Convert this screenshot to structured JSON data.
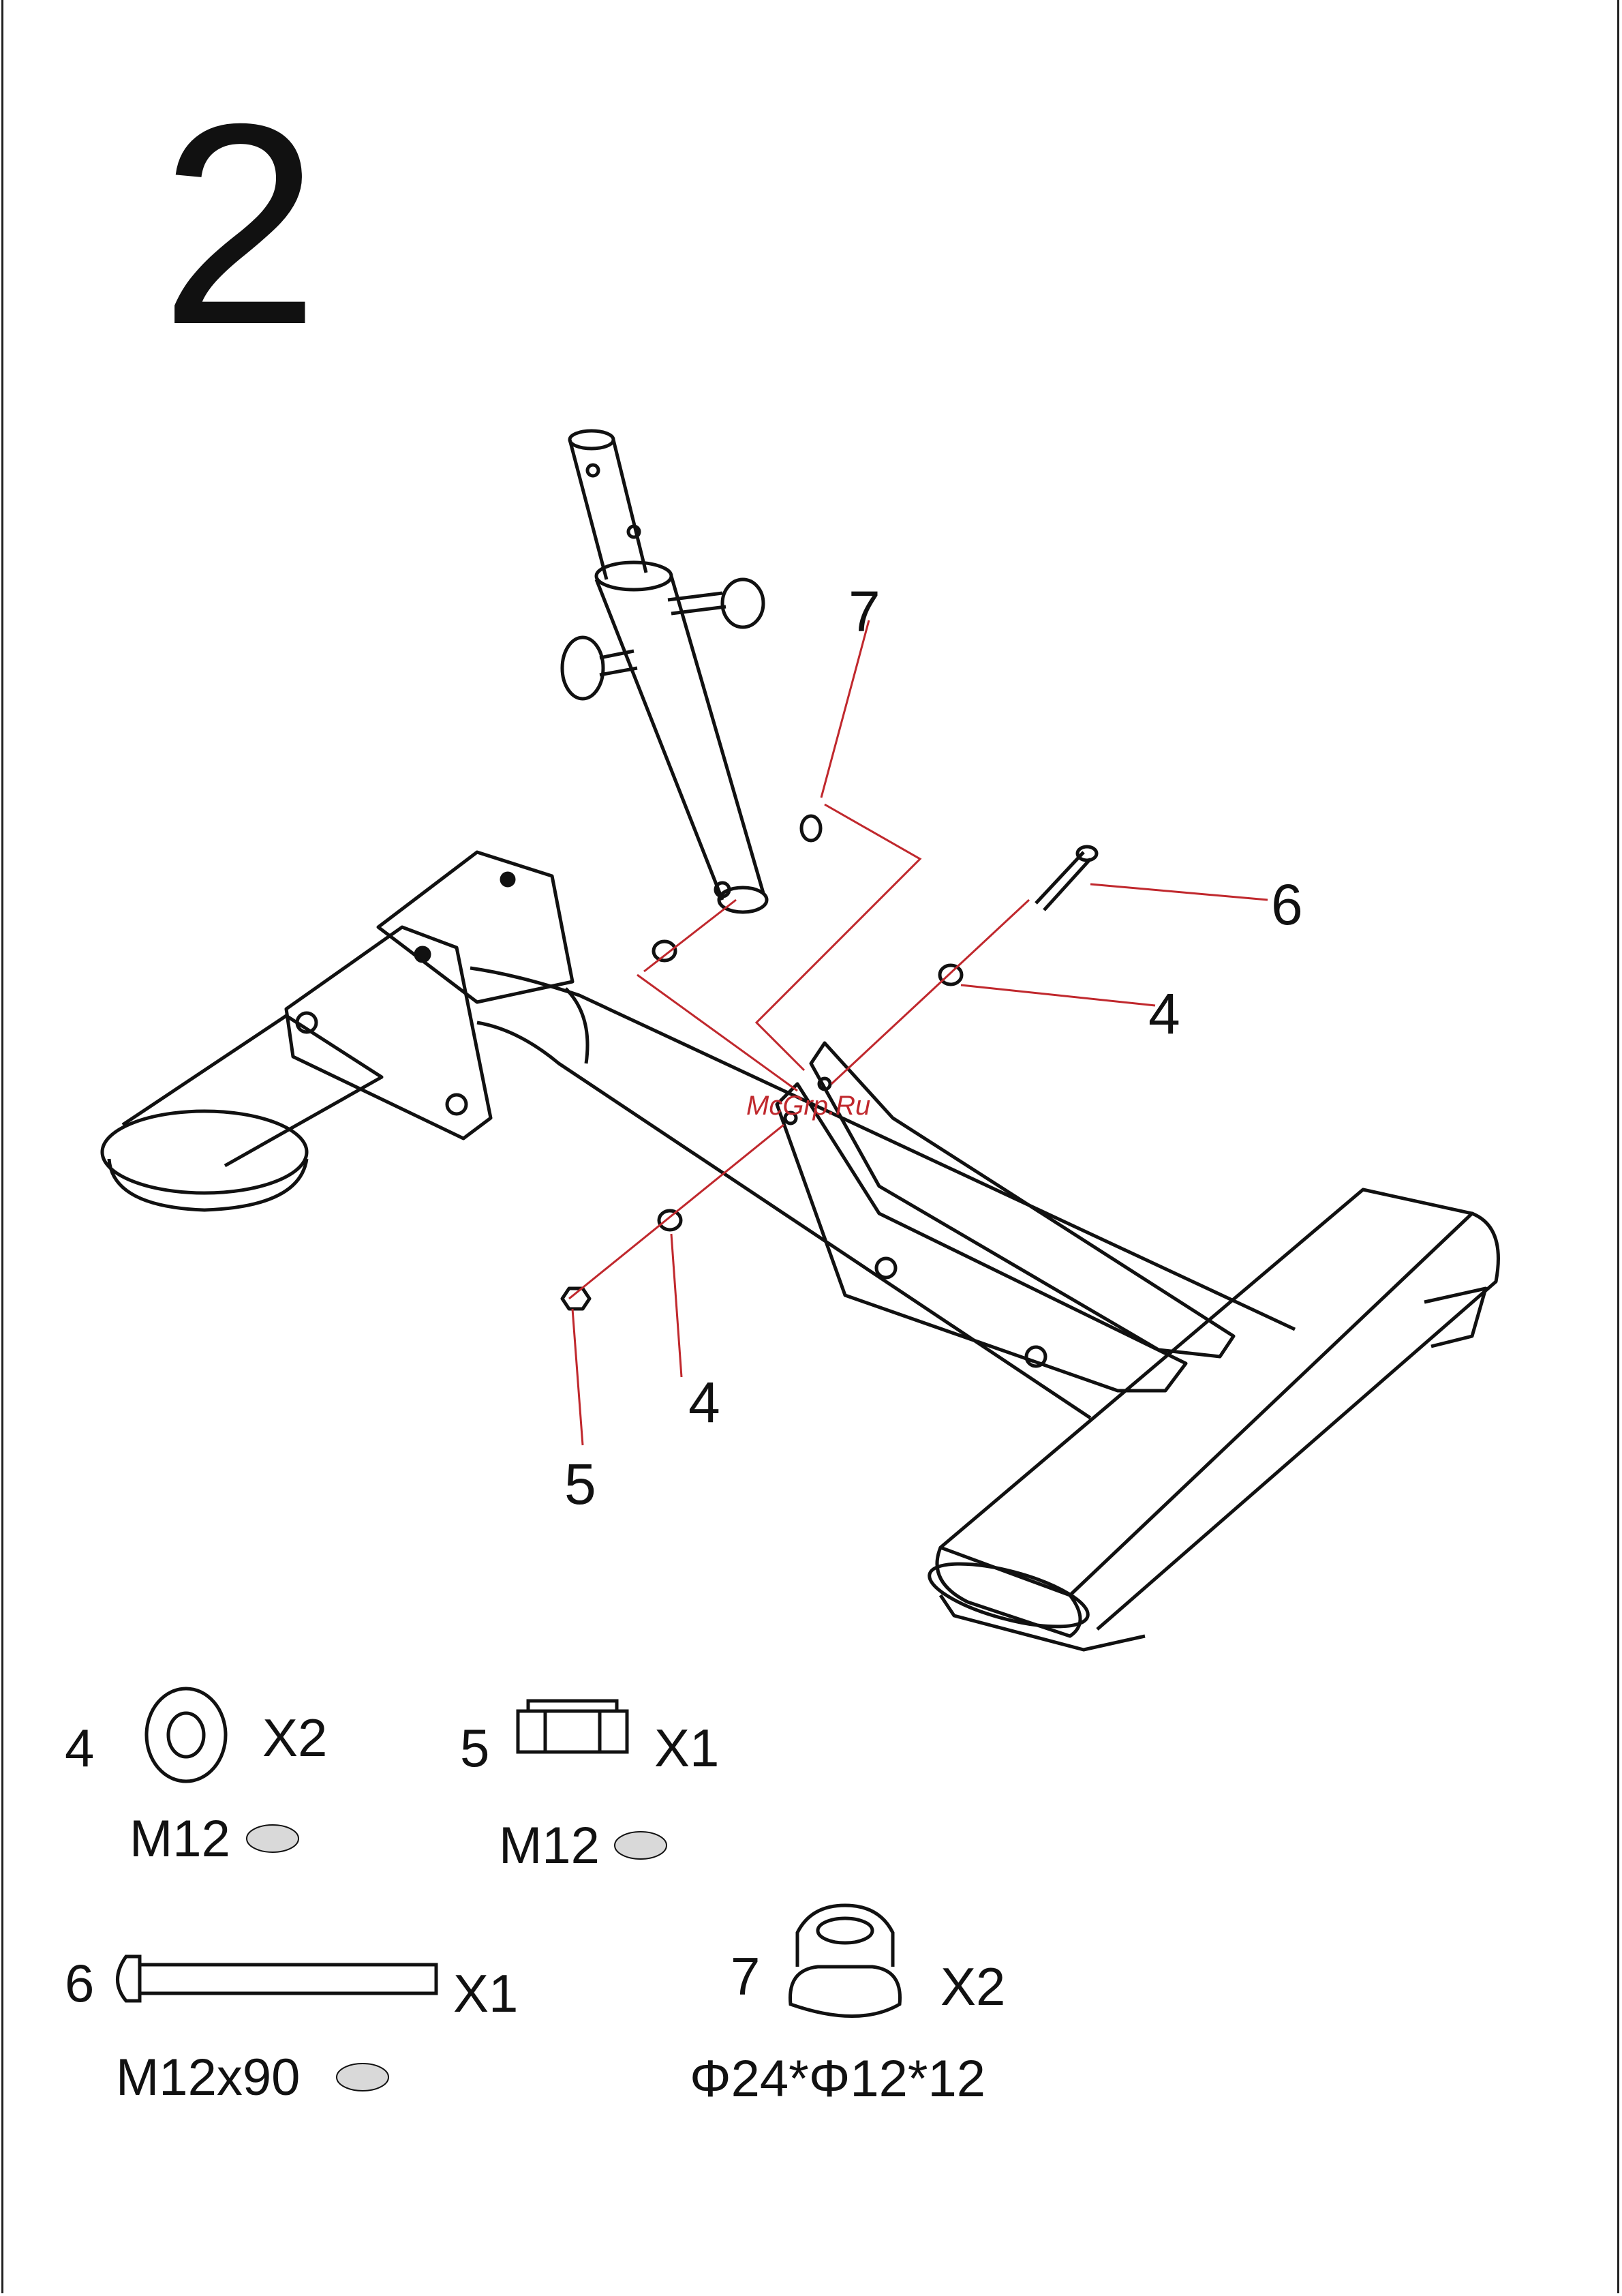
{
  "step_number": "2",
  "watermark": "McGrp.Ru",
  "callouts": {
    "washer_top": "4",
    "washer_bottom": "4",
    "nut": "5",
    "bolt": "6",
    "bushing": "7"
  },
  "parts": [
    {
      "number": "4",
      "quantity": "X2",
      "spec": "M12"
    },
    {
      "number": "5",
      "quantity": "X1",
      "spec": "M12"
    },
    {
      "number": "6",
      "quantity": "X1",
      "spec": "M12x90"
    },
    {
      "number": "7",
      "quantity": "X2",
      "spec": "Φ24*Φ12*12"
    }
  ],
  "colors": {
    "line": "#111111",
    "leader": "#c0282d",
    "finish": "#d9d9d9"
  }
}
